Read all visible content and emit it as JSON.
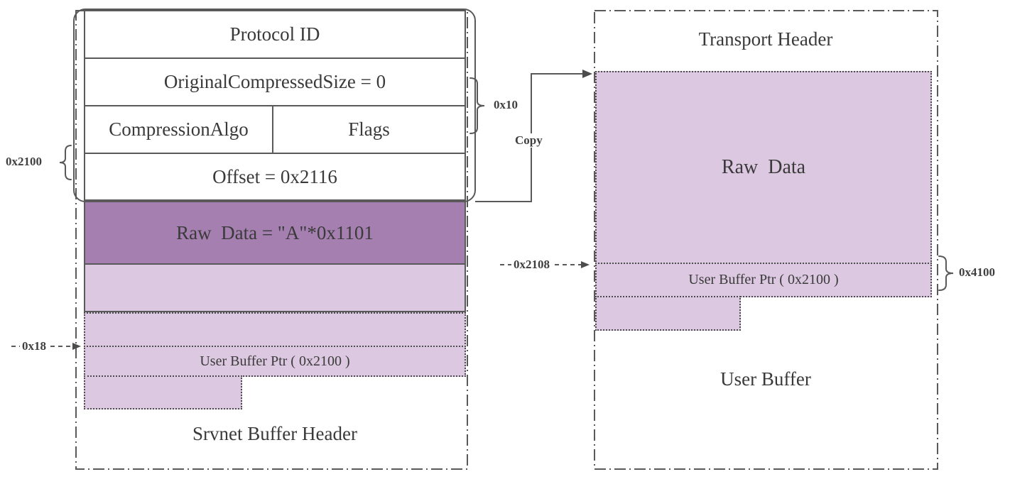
{
  "left_packet": {
    "protocol_id": "Protocol ID",
    "original_compressed_size": "OriginalCompressedSize = 0",
    "compression_algo": "CompressionAlgo",
    "flags": "Flags",
    "offset": "Offset = 0x2116",
    "raw_data": "Raw  Data = \"A\"*0x1101",
    "user_buffer_ptr": "User Buffer Ptr ( 0x2100 )",
    "caption": "Srvnet Buffer Header"
  },
  "right_buffer": {
    "title": "Transport Header",
    "raw_data": "Raw  Data",
    "user_buffer_ptr": "User Buffer Ptr ( 0x2100 )",
    "caption": "User Buffer"
  },
  "annotations": {
    "base_address": "0x2100",
    "header_size": "0x10",
    "copy": "Copy",
    "offset_left": "0x18",
    "offset_right": "0x2108",
    "total_size": "0x4100"
  },
  "colors": {
    "dark_purple": "#a57fb0",
    "light_purple": "#dcc8e0",
    "line_gray": "#595959"
  }
}
